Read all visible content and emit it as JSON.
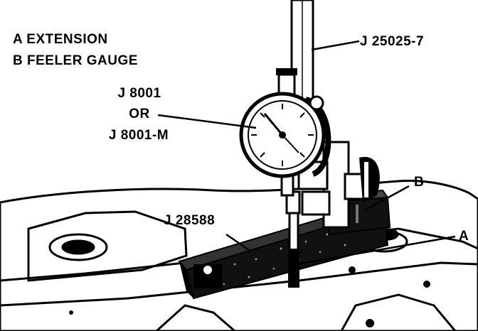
{
  "legend": {
    "a": "A  EXTENSION",
    "b": "B  FEELER GAUGE"
  },
  "callouts": {
    "rod_tool": "J 25025-7",
    "dial_indicator_line1": "J 8001",
    "dial_indicator_line2": "OR",
    "dial_indicator_line3": "J 8001-M",
    "fixture": "J 28588",
    "letter_b": "B",
    "letter_a": "A"
  },
  "colors": {
    "ink": "#000000",
    "paper": "#ffffff"
  }
}
